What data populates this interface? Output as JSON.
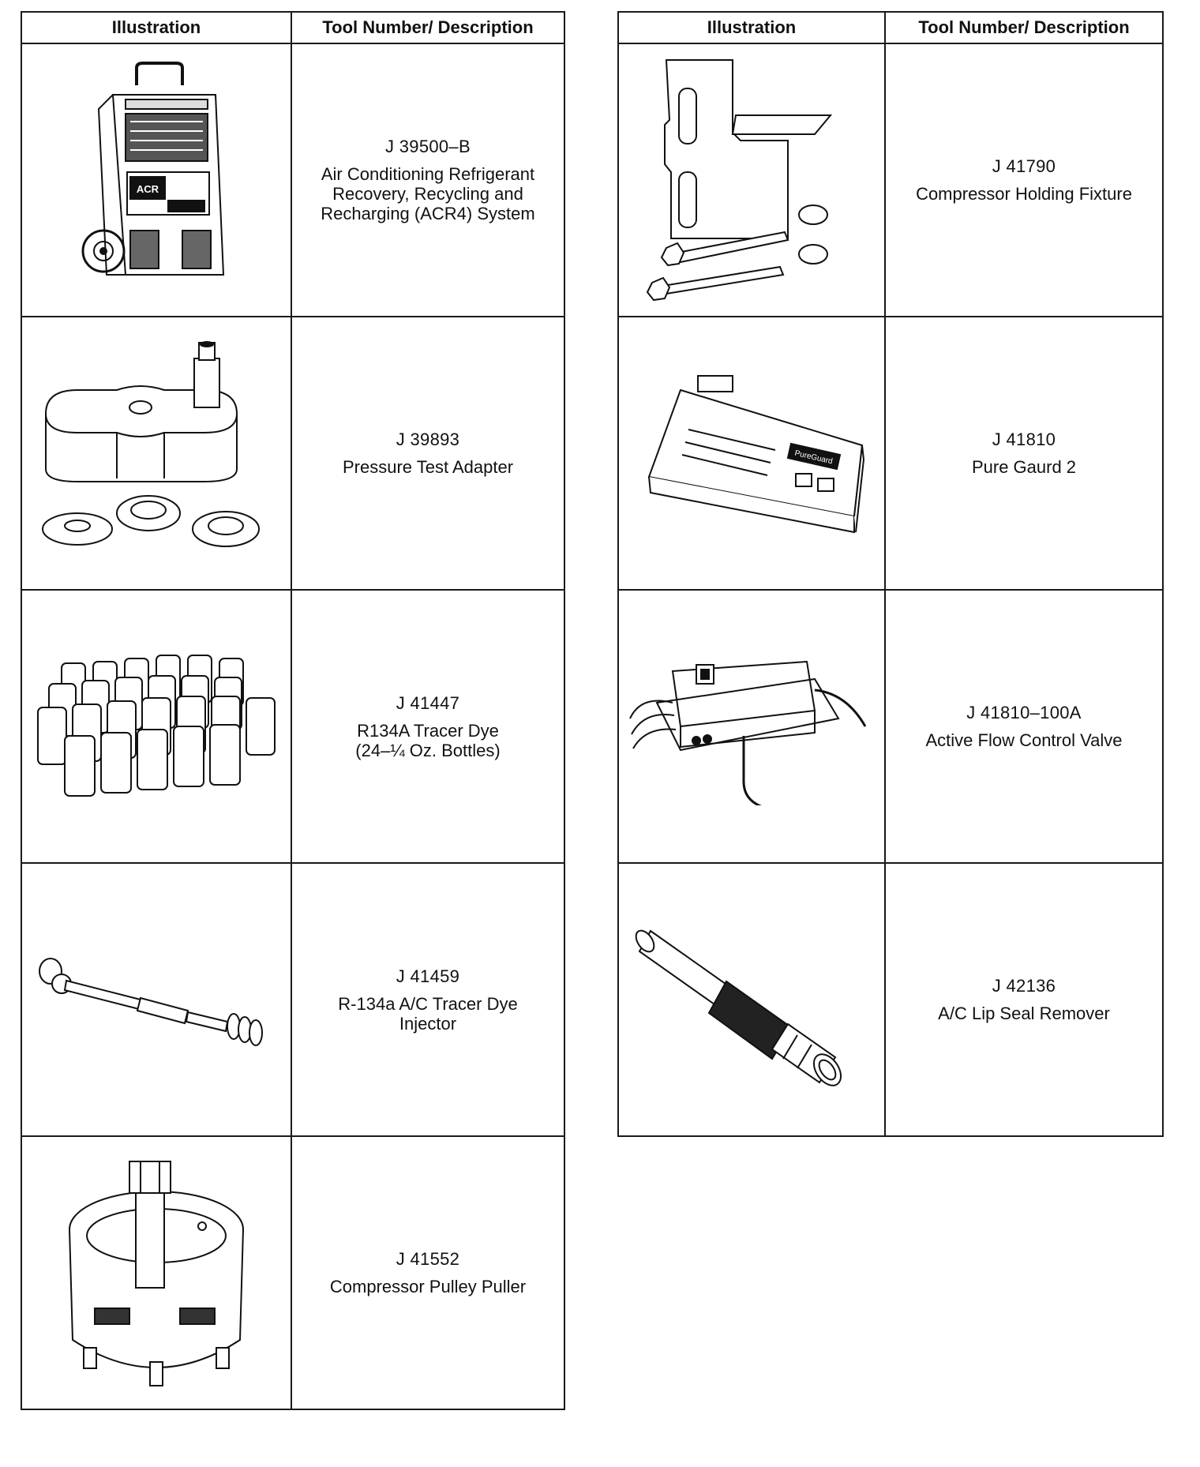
{
  "headers": {
    "illustration": "Illustration",
    "tool": "Tool Number/ Description"
  },
  "left_table": [
    {
      "number": "J 39500–B",
      "description": "Air Conditioning Refrigerant\nRecovery, Recycling and\nRecharging (ACR4) System"
    },
    {
      "number": "J 39893",
      "description": "Pressure Test Adapter"
    },
    {
      "number": "J 41447",
      "description": "R134A Tracer Dye\n(24–¼ Oz. Bottles)"
    },
    {
      "number": "J 41459",
      "description": "R-134a A/C Tracer Dye\nInjector"
    },
    {
      "number": "J 41552",
      "description": "Compressor Pulley Puller"
    }
  ],
  "right_table": [
    {
      "number": "J 41790",
      "description": "Compressor Holding Fixture"
    },
    {
      "number": "J 41810",
      "description": "Pure Gaurd 2"
    },
    {
      "number": "J 41810–100A",
      "description": "Active Flow Control Valve"
    },
    {
      "number": "J 42136",
      "description": "A/C Lip Seal Remover"
    }
  ],
  "logo_text": {
    "acr": "ACR",
    "pure_guard": "PureGuard"
  }
}
